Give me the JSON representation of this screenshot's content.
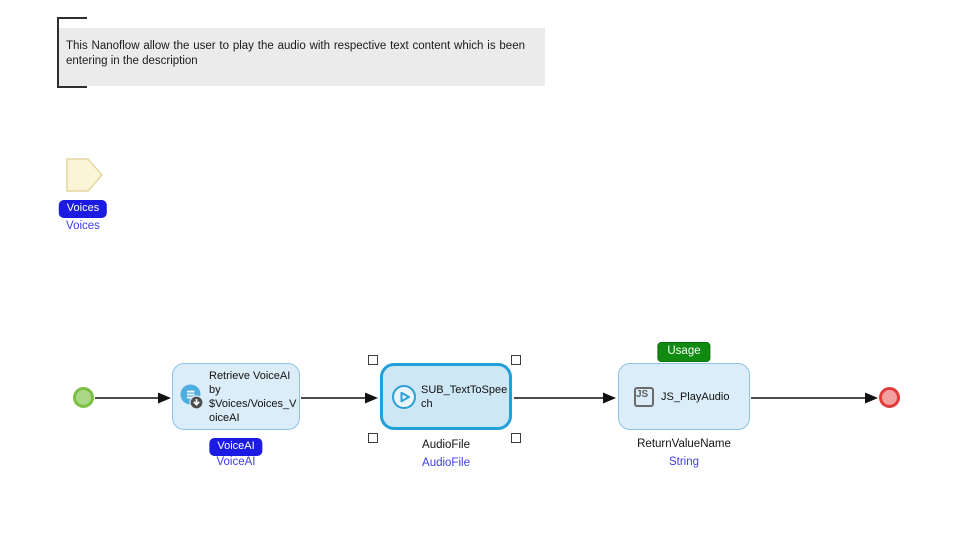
{
  "app": {
    "view": "nanoflow-editor"
  },
  "annotation": {
    "text": "This Nanoflow allow the user to play the audio with respective text content which is been entering in the description"
  },
  "parameter": {
    "badge_label": "Voices",
    "type_label": "Voices",
    "icon": "parameter-flag-icon"
  },
  "flow": {
    "start_event": {
      "icon": "start-event-circle"
    },
    "end_event": {
      "icon": "end-event-circle"
    },
    "activities": {
      "retrieve": {
        "caption": "Retrieve VoiceAI by $Voices/Voices_VoiceAI",
        "icon": "retrieve-from-database-icon",
        "badge_label": "VoiceAI",
        "type_label": "VoiceAI"
      },
      "sub_call": {
        "caption": "SUB_TextToSpeech",
        "icon": "nanoflow-call-play-icon",
        "variable_label": "AudioFile",
        "type_label": "AudioFile",
        "selected": "true"
      },
      "js_action": {
        "caption": "JS_PlayAudio",
        "icon": "javascript-action-icon",
        "icon_text": "JS",
        "usage_badge_label": "Usage",
        "variable_label": "ReturnValueName",
        "type_label": "String"
      }
    }
  },
  "colors": {
    "activity_fill": "#dbedf9",
    "activity_border": "#8cc2e4",
    "selection_blue": "#21a0da",
    "selected_fill": "#cde7f4",
    "badge_blue": "#1b1be3",
    "label_blue": "#3e3ee3",
    "usage_green": "#108a10",
    "start_fill": "#abd886",
    "start_border": "#7ac143",
    "end_fill": "#f4a0a0",
    "end_border": "#e23b3b",
    "annotation_bg": "#ebebeb",
    "flow_line": "#111111"
  }
}
